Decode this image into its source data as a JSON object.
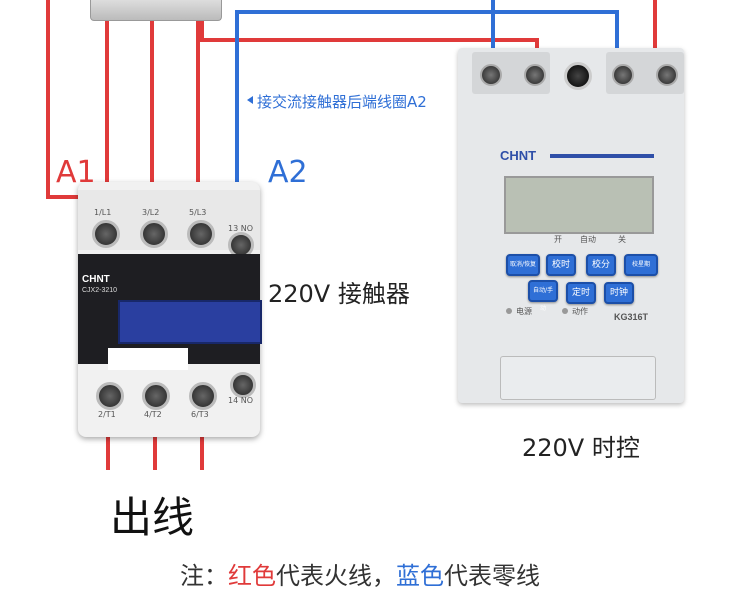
{
  "colors": {
    "live": "#e03a3a",
    "neutral": "#2f6fd6",
    "accent_blue": "#2f6fd6",
    "text_dark": "#222222"
  },
  "labels": {
    "a1": "A1",
    "a2": "A2",
    "coil_note": "接交流接触器后端线圈A2",
    "contactor_caption": "220V 接触器",
    "timer_caption": "220V 时控",
    "output": "出线"
  },
  "contactor": {
    "brand": "CHNT",
    "model": "CJX2-3210",
    "top_terminals": [
      "1/L1",
      "3/L2",
      "5/L3",
      "13 NO"
    ],
    "bottom_terminals": [
      "2/T1",
      "4/T2",
      "6/T3",
      "14 NO"
    ]
  },
  "timer": {
    "brand": "CHNT",
    "model": "KG316T",
    "indicators": [
      "开",
      "自动",
      "关"
    ],
    "buttons_row1": [
      "取消/恢复",
      "校时",
      "校分",
      "校星期"
    ],
    "buttons_row2": [
      "自动/手动",
      "定时",
      "时钟"
    ],
    "leds": [
      "电源",
      "动作"
    ]
  },
  "note": {
    "prefix": "注：",
    "red_word": "红色",
    "mid": "代表火线，",
    "blue_word": "蓝色",
    "suffix": "代表零线"
  }
}
